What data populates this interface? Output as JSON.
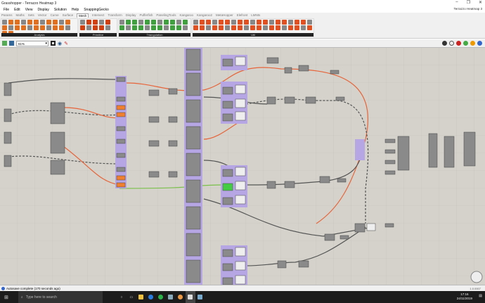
{
  "window": {
    "title": "Grasshopper - Terrazzo Heatmap 3",
    "document_name": "Terrazzo Heatmap 3",
    "minimize": "–",
    "restore": "❐",
    "close": "✕"
  },
  "menu": [
    "File",
    "Edit",
    "View",
    "Display",
    "Solution",
    "Help",
    "SnappingGecko"
  ],
  "tabs": [
    "Params",
    "Maths",
    "Sets",
    "Vector",
    "Curve",
    "Surface",
    "Mesh",
    "Intersect",
    "Transform",
    "Display",
    "Pufferfish",
    "PanelingTools",
    "Kangaroo",
    "Kangaroo2",
    "MetaHopper",
    "Elefront",
    "LMNts"
  ],
  "active_tab": "Mesh",
  "ribbon_groups": [
    "Analysis",
    "Primitive",
    "Triangulation",
    "Util"
  ],
  "canvas_toolbar": {
    "zoom": "61%"
  },
  "status": {
    "message": "Autosave complete (170 seconds ago)",
    "version": "1.0.0007"
  },
  "taskbar": {
    "search_placeholder": "Type here to search",
    "time": "17:16",
    "date": "24/11/2019"
  }
}
